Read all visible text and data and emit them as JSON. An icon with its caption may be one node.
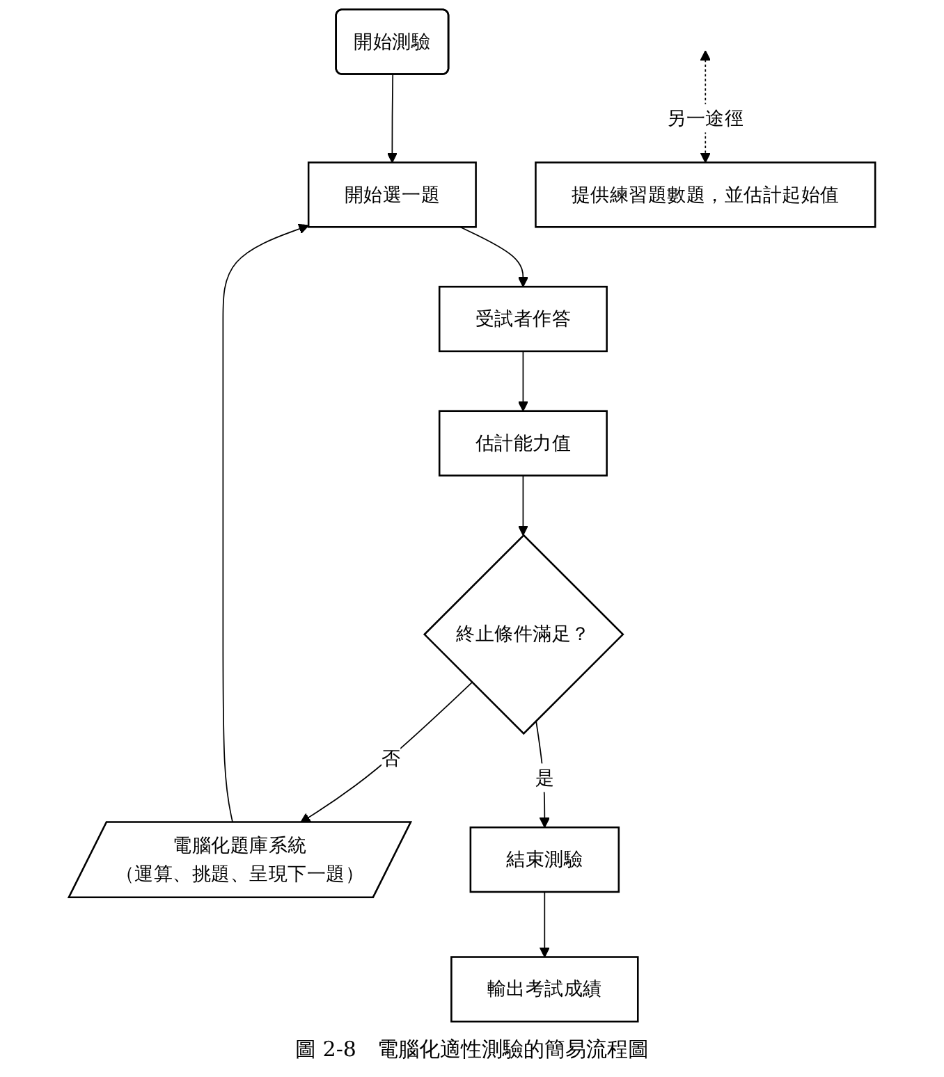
{
  "diagram": {
    "caption": "圖 2-8　電腦化適性測驗的簡易流程圖",
    "nodes": [
      {
        "text": [
          "開始測驗"
        ]
      },
      {
        "text": [
          "開始選一題"
        ]
      },
      {
        "text": [
          "提供練習題數題，並估計起始值"
        ]
      },
      {
        "text": [
          "受試者作答"
        ]
      },
      {
        "text": [
          "估計能力值"
        ]
      },
      {
        "text": [
          "終止條件滿足？"
        ]
      },
      {
        "text": [
          "電腦化題庫系統",
          "（運算、挑題、呈現下一題）"
        ]
      },
      {
        "text": [
          "結束測驗"
        ]
      },
      {
        "text": [
          "輸出考試成績"
        ]
      }
    ],
    "edges": [
      {
        "from": 0,
        "to": 1,
        "arrow": "to"
      },
      {
        "from": null,
        "to": 2,
        "arrow": "both",
        "style": "dashed",
        "label": "另一途徑"
      },
      {
        "from": 1,
        "to": 3,
        "arrow": "to"
      },
      {
        "from": 3,
        "to": 4,
        "arrow": "to"
      },
      {
        "from": 4,
        "to": 5,
        "arrow": "to"
      },
      {
        "from": 5,
        "to": 6,
        "arrow": "to",
        "label": "否"
      },
      {
        "from": 6,
        "to": 1,
        "arrow": "to"
      },
      {
        "from": 5,
        "to": 7,
        "arrow": "to",
        "label": "是"
      },
      {
        "from": 7,
        "to": 8,
        "arrow": "to"
      }
    ]
  }
}
